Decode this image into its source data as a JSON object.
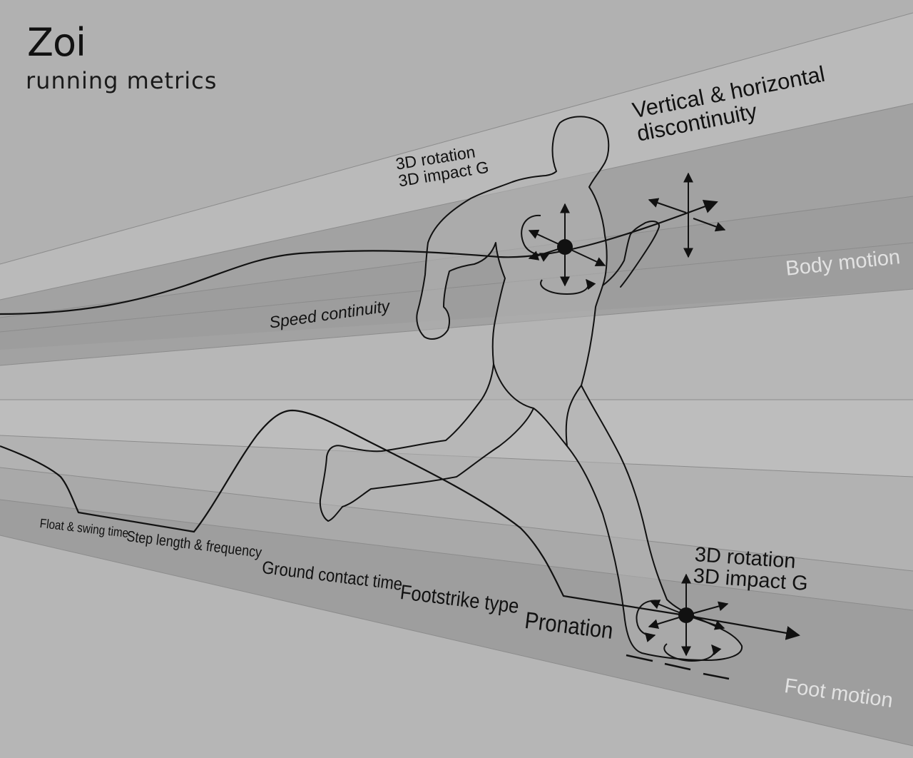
{
  "brand": {
    "name": "Zoi",
    "subtitle": "running metrics"
  },
  "labels": {
    "body_rotation": "3D rotation",
    "body_impact": "3D impact G",
    "discontinuity_line1": "Vertical & horizontal",
    "discontinuity_line2": "discontinuity",
    "speed_continuity": "Speed continuity",
    "body_motion": "Body motion",
    "foot_rotation": "3D rotation",
    "foot_impact": "3D impact G",
    "foot_motion": "Foot motion",
    "float_swing": "Float & swing time",
    "step_length": "Step length & frequency",
    "ground_contact": "Ground contact time",
    "footstrike": "Footstrike type",
    "pronation": "Pronation"
  },
  "colors": {
    "background": "#b4b4b4",
    "band_dark": "#9e9e9e",
    "band_light": "#bebebe",
    "ink": "#111111",
    "zone_label": "#e2e2e2"
  }
}
